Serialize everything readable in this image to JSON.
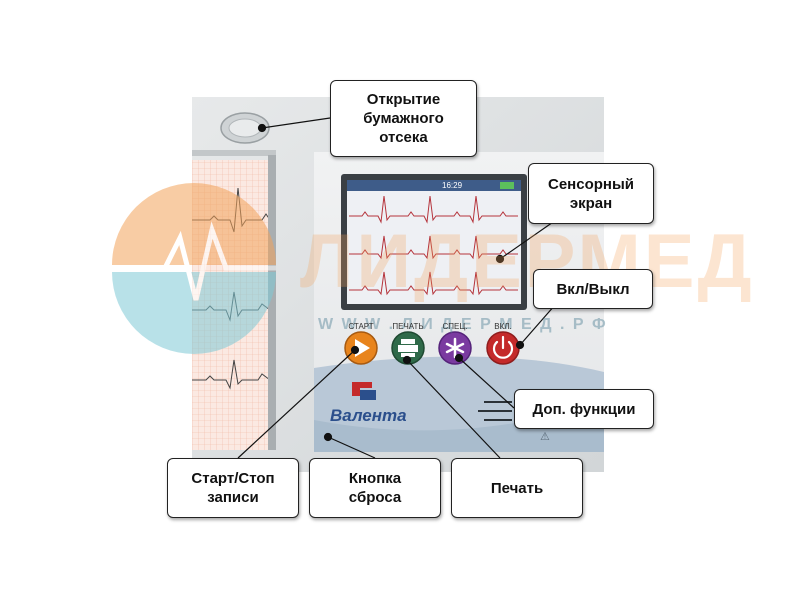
{
  "colors": {
    "body": "#dfe2e3",
    "panel": "#eceef0",
    "lower_panel": "#b9c8d7",
    "screen": "#eef0f4",
    "trace": "#b5343c",
    "start_button": "#e8841c",
    "print_button": "#2f6a49",
    "func_button": "#7a3aa0",
    "power_button": "#c42a2a",
    "watermark_orange": "#f3a35a",
    "watermark_cyan": "#7fcad6"
  },
  "watermark": {
    "brand": "ЛИДЕРМЕД",
    "url": "W W W . Л И Д Е Р М Е Д . Р Ф"
  },
  "device": {
    "logo_text": "Валента",
    "screen_status": "16:29",
    "buttons": [
      {
        "label": "СТАРТ",
        "icon": "play-icon"
      },
      {
        "label": "ПЕЧАТЬ",
        "icon": "printer-icon"
      },
      {
        "label": "СПЕЦ.",
        "icon": "asterisk-icon"
      },
      {
        "label": "ВКЛ.",
        "icon": "power-icon"
      }
    ]
  },
  "callouts": {
    "paper_compartment": "Открытие\nбумажного\nотсека",
    "touch_screen": "Сенсорный\nэкран",
    "power": "Вкл/Выкл",
    "extra_functions": "Доп. функции",
    "start_stop": "Старт/Стоп\nзаписи",
    "reset_button": "Кнопка\nсброса",
    "print": "Печать"
  }
}
